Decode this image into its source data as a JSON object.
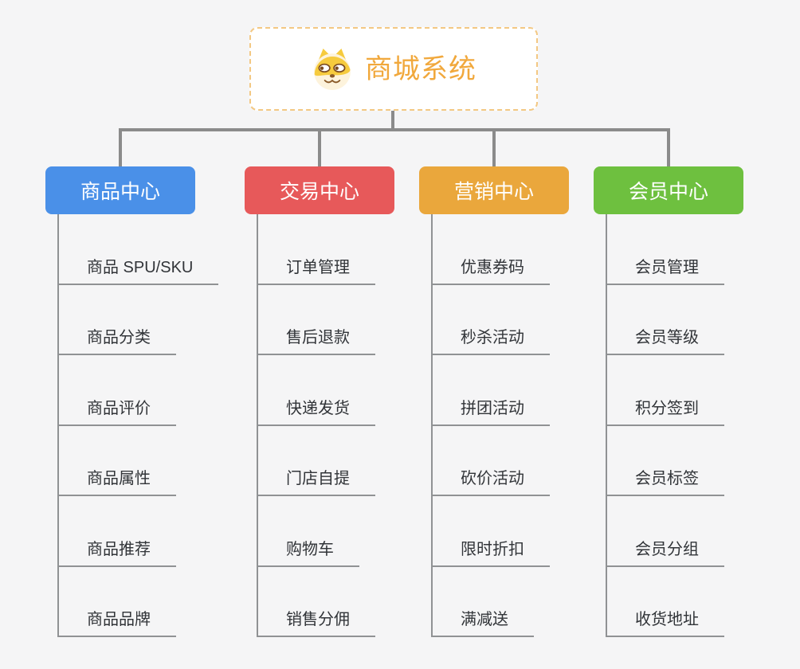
{
  "root": {
    "title": "商城系统",
    "icon": "doge-icon"
  },
  "branches": [
    {
      "label": "商品中心",
      "color": "#4a90e8",
      "children": [
        "商品 SPU/SKU",
        "商品分类",
        "商品评价",
        "商品属性",
        "商品推荐",
        "商品品牌"
      ]
    },
    {
      "label": "交易中心",
      "color": "#e7595a",
      "children": [
        "订单管理",
        "售后退款",
        "快递发货",
        "门店自提",
        "购物车",
        "销售分佣"
      ]
    },
    {
      "label": "营销中心",
      "color": "#eaa73c",
      "children": [
        "优惠券码",
        "秒杀活动",
        "拼团活动",
        "砍价活动",
        "限时折扣",
        "满减送"
      ]
    },
    {
      "label": "会员中心",
      "color": "#6ec03f",
      "children": [
        "会员管理",
        "会员等级",
        "积分签到",
        "会员标签",
        "会员分组",
        "收货地址"
      ]
    }
  ],
  "colors": {
    "background": "#f5f5f6",
    "root_text": "#f1a83c",
    "root_border": "#f3c883",
    "connector": "#8b8b8b",
    "leaf_line": "#909294",
    "leaf_text": "#313438"
  }
}
